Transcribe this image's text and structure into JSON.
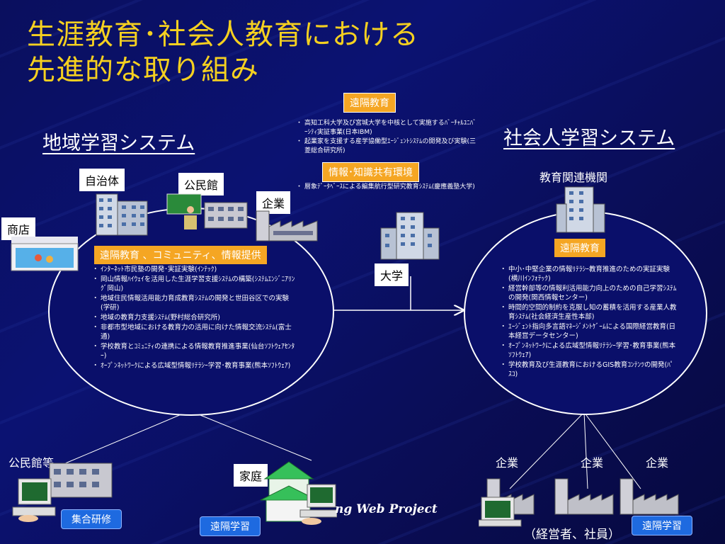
{
  "title_line1": "生涯教育･社会人教育における",
  "title_line2": "先進的な取り組み",
  "regional": {
    "title": "地域学習システム",
    "label_city": "自治体",
    "label_hall": "公民館",
    "label_company": "企業",
    "label_shop": "商店",
    "banner": "遠隔教育 、コミュニティ、情報提供",
    "items": [
      "ｲﾝﾀｰﾈｯﾄ市民塾の開発･実証実験(ｲﾝﾃｯｸ)",
      "岡山情報ﾊｲｳｪｲを活用した生涯学習支援ｼｽﾃﾑの構築(ｼｽﾃﾑｴﾝｼﾞﾆｱﾘﾝｸﾞ岡山)",
      "地域住民情報活用能力育成教育ｼｽﾃﾑの開発と世田谷区での実験(学研)",
      "地域の教育力支援ｼｽﾃﾑ(野村総合研究所)",
      "非都市型地域における教育力の活用に向けた情報交流ｼｽﾃﾑ(富士通)",
      "学校教育とｺﾐｭﾆﾃｨの連携による情報教育推進事業(仙台ｿﾌﾄｳｪｱｾﾝﾀｰ)",
      "ｵｰﾌﾟﾝﾈｯﾄﾜｰｸによる広域型情報ﾘﾃﾗｼｰ学習･教育事業(熊本ｿﾌﾄｳｪｱ)"
    ]
  },
  "center": {
    "remote_label": "遠隔教育",
    "remote_items": [
      "高知工科大学及び宮城大学を中核として実施するﾊﾞｰﾁｬﾙﾕﾆﾊﾞｰｼﾃｨ実証事業(日本IBM)",
      "起業家を支援する産学協働型ｴｰｼﾞｪﾝﾄｼｽﾃﾑの開発及び実験(三菱総合研究所)"
    ],
    "info_label": "情報･知識共有環境",
    "info_items": [
      "暦象ﾃﾞｰﾀﾍﾞｰｽによる編集航行型研究教育ｼｽﾃﾑ(慶應義塾大学)"
    ],
    "university": "大学"
  },
  "adult": {
    "title": "社会人学習システム",
    "label_org": "教育関連機関",
    "banner": "遠隔教育",
    "items": [
      "中小･中堅企業の情報ﾘﾃﾗｼｰ教育推進のための実証実験(横川ｲﾝﾌｫﾃｯｸ)",
      "経営幹部等の情報利活用能力向上のための自己学習ｼｽﾃﾑの開発(関西情報センター)",
      "時間的空間的制約を克服し知の蓄積を活用する産業人教育ｼｽﾃﾑ(社会経済生産性本部)",
      "ｴｰｼﾞｪﾝﾄ指向多言語ﾏﾈｰｼﾞﾒﾝﾄｹﾞｰﾑによる国際経営教育(日本経営データセンター)",
      "ｵｰﾌﾟﾝﾈｯﾄﾜｰｸによる広域型情報ﾘﾃﾗｼｰ学習･教育事業(熊本ｿﾌﾄｳｪｱ)",
      "学校教育及び生涯教育におけるGIS教育ｺﾝﾃﾝﾂの開発(ﾊﾟｽｺ)"
    ]
  },
  "bottom": {
    "hall_label": "公民館等",
    "group_btn": "集合研修",
    "home_label": "家庭",
    "remote_btn1": "遠隔学習",
    "watermark": "ng Web Project",
    "company1": "企業",
    "company2": "企業",
    "company3": "企業",
    "workers": "（経営者、社員）",
    "remote_btn2": "遠隔学習"
  },
  "colors": {
    "title": "#f5d020",
    "orange": "#f5a623",
    "blue_button": "#1e6ae0",
    "background": "#0b1272"
  }
}
